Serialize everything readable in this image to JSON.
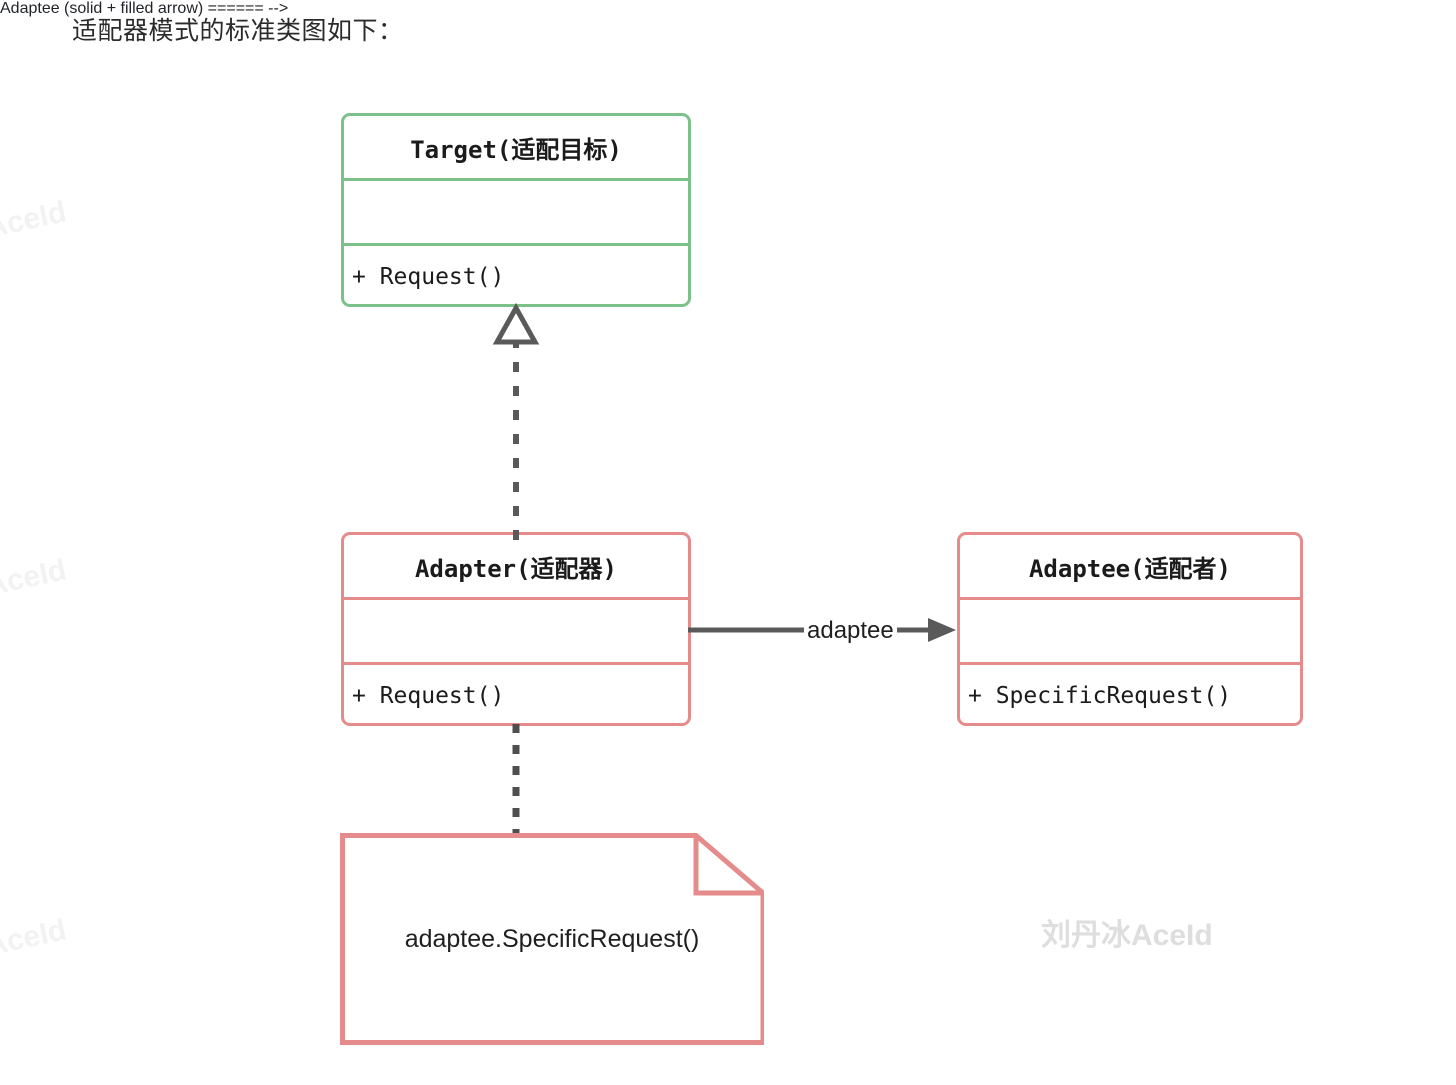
{
  "page": {
    "heading": "适配器模式的标准类图如下：",
    "background_color": "#ffffff"
  },
  "colors": {
    "target_border": "#7cc08a",
    "adapter_border": "#e58b8b",
    "adaptee_border": "#e58b8b",
    "note_border": "#e58b8b",
    "connector": "#5a5a5a",
    "text": "#1f2328",
    "watermark": "#dedede"
  },
  "diagram": {
    "type": "uml-class-diagram",
    "classes": [
      {
        "id": "target",
        "title": "Target(适配目标)",
        "attributes": [],
        "operations": [
          "+ Request()"
        ],
        "border_color": "#7cc08a"
      },
      {
        "id": "adapter",
        "title": "Adapter(适配器)",
        "attributes": [],
        "operations": [
          "+ Request()"
        ],
        "border_color": "#e58b8b"
      },
      {
        "id": "adaptee",
        "title": "Adaptee(适配者)",
        "attributes": [],
        "operations": [
          "+ SpecificRequest()"
        ],
        "border_color": "#e58b8b"
      }
    ],
    "note": {
      "id": "note-adapter-body",
      "text": "adaptee.SpecificRequest()"
    },
    "relationships": [
      {
        "id": "realization-adapter-target",
        "from": "adapter",
        "to": "target",
        "kind": "realization",
        "line": "dashed",
        "arrowhead": "hollow-triangle",
        "label": ""
      },
      {
        "id": "association-adapter-adaptee",
        "from": "adapter",
        "to": "adaptee",
        "kind": "association",
        "line": "solid",
        "arrowhead": "solid-arrow",
        "label": "adaptee"
      },
      {
        "id": "note-link-adapter",
        "from": "adapter",
        "to": "note-adapter-body",
        "kind": "note-anchor",
        "line": "dashed",
        "arrowhead": "none",
        "label": ""
      }
    ]
  },
  "watermarks": {
    "center": "刘丹冰AceId",
    "edge": "AceId"
  }
}
